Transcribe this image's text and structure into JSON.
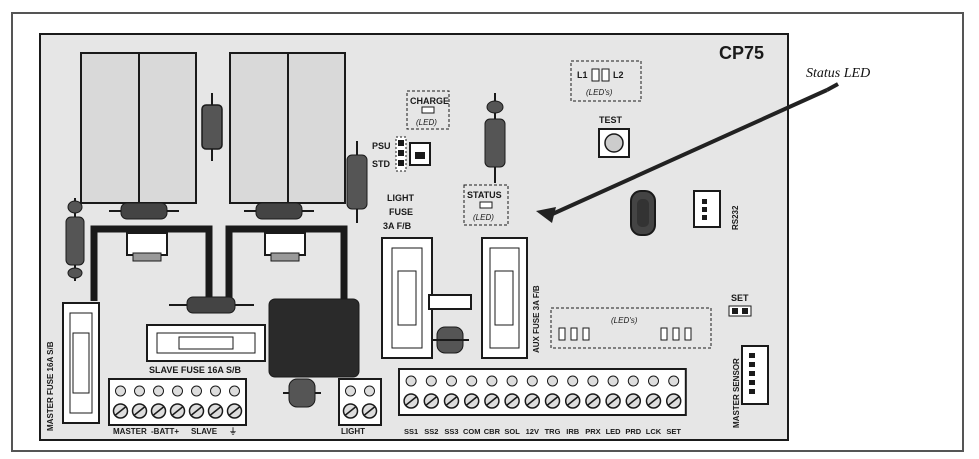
{
  "board": {
    "model": "CP75",
    "labels": {
      "charge": "CHARGE",
      "status": "STATUS",
      "led_note": "(LED)",
      "leds_note": "(LED's)",
      "test": "TEST",
      "psu": "PSU",
      "std": "STD",
      "light_fuse": [
        "LIGHT",
        "FUSE",
        "3A F/B"
      ],
      "aux_fuse": "AUX FUSE 3A F/B",
      "master_fuse": "MASTER FUSE 16A S/B",
      "slave_fuse": "SLAVE FUSE 16A S/B",
      "rs232": "RS232",
      "set": "SET",
      "master_sensor": "MASTER SENSOR",
      "l1": "L1",
      "l2": "L2"
    },
    "left_terminals": [
      "MASTER",
      "-BATT+",
      "SLAVE",
      "⏚"
    ],
    "light_terminal": "LIGHT",
    "right_terminals": [
      "SS1",
      "SS2",
      "SS3",
      "COM",
      "CBR",
      "SOL",
      "12V",
      "TRG",
      "IRB",
      "PRX",
      "LED",
      "PRD",
      "LCK",
      "SET"
    ]
  },
  "callout": {
    "label": "Status LED"
  },
  "colors": {
    "frame": "#555555",
    "board": "#e6e6e6",
    "ink": "#1a1a1a",
    "relay": "#d9d9d9",
    "block": "#2a2a2a"
  }
}
